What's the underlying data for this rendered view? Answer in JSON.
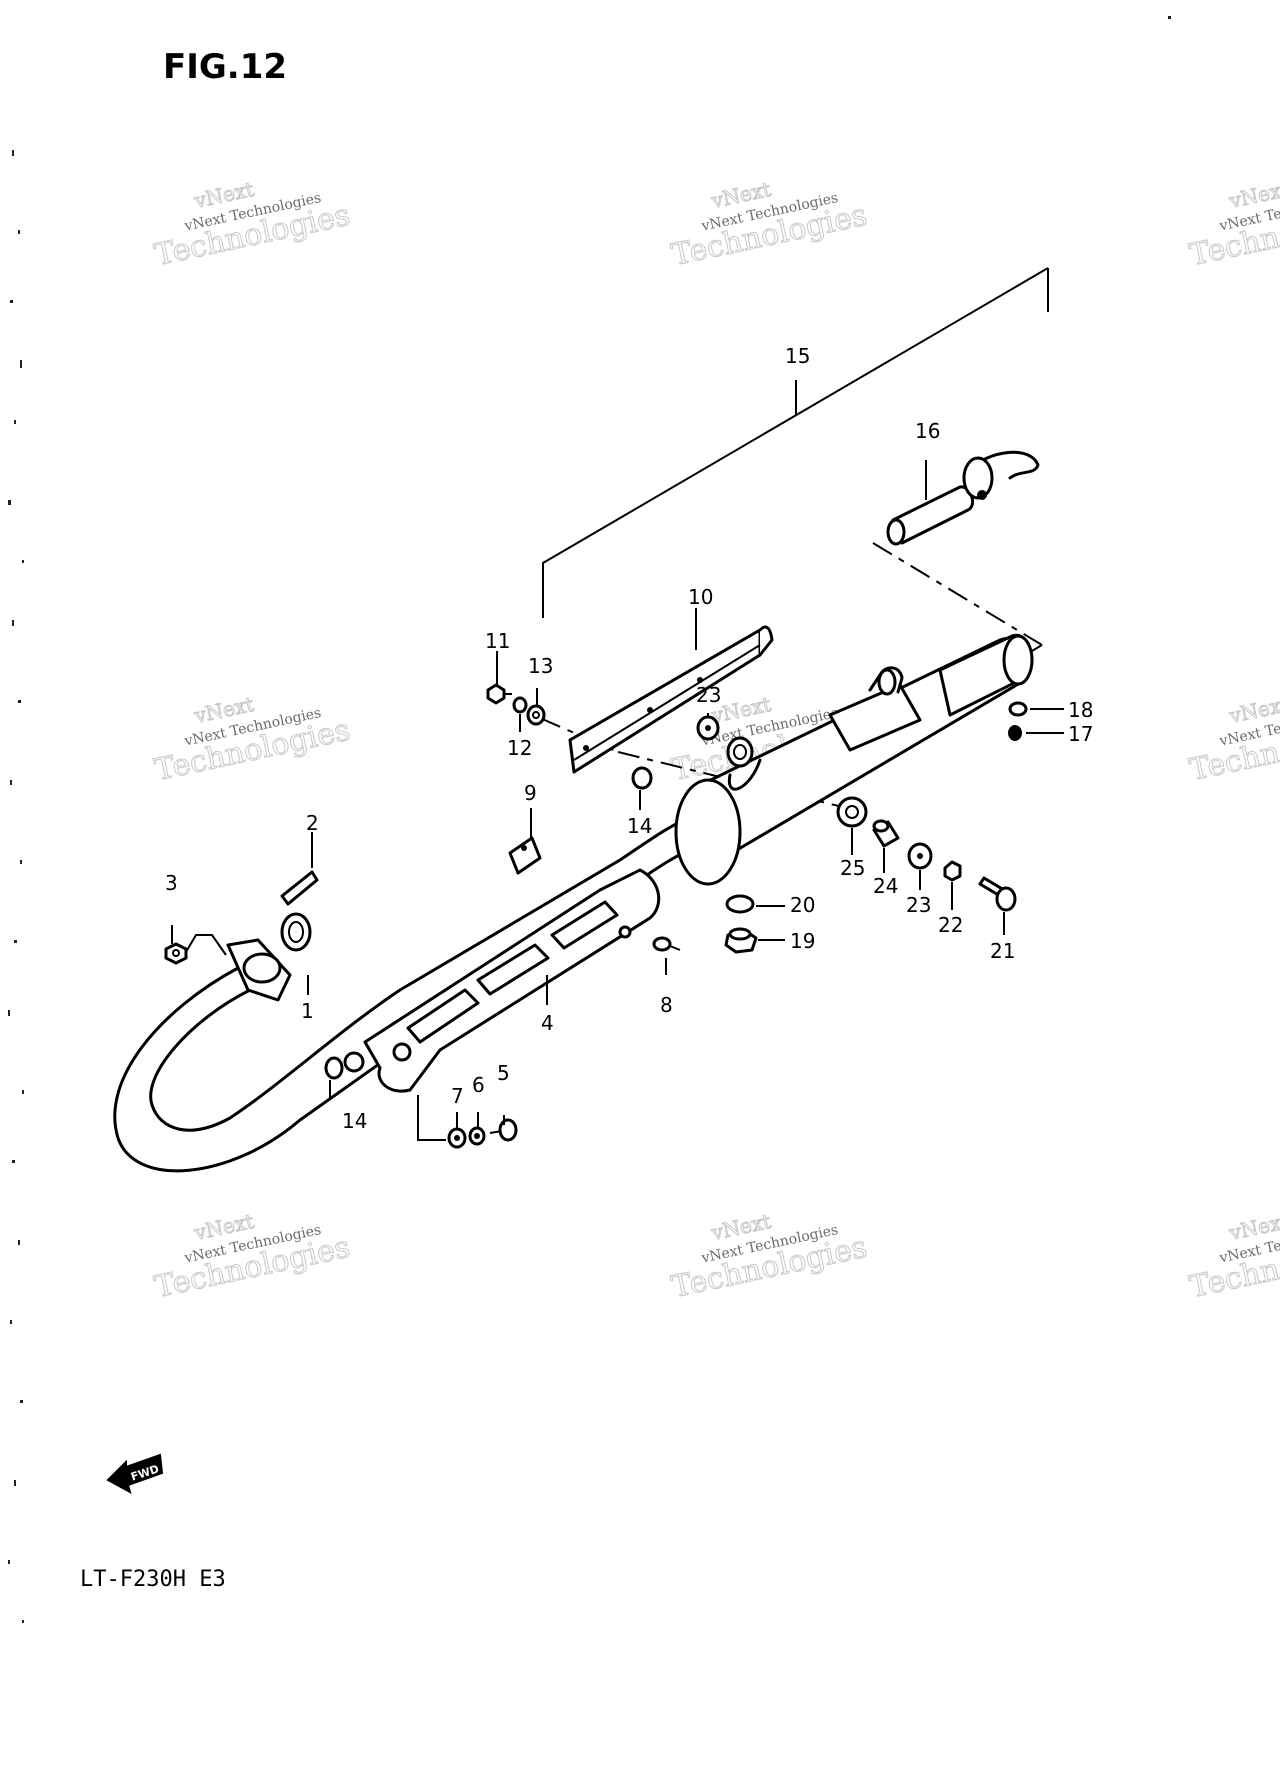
{
  "figure": {
    "title": "FIG.12",
    "model": "LT-F230H E3",
    "fwd_label": "FWD"
  },
  "watermark": {
    "line1": "vNext Technologies",
    "line2": "vNext",
    "line3": "Technologies"
  },
  "callouts": {
    "c1": "1",
    "c2": "2",
    "c3": "3",
    "c4": "4",
    "c5": "5",
    "c6": "6",
    "c7": "7",
    "c8": "8",
    "c9": "9",
    "c10": "10",
    "c11": "11",
    "c12": "12",
    "c13": "13",
    "c14a": "14",
    "c14b": "14",
    "c15": "15",
    "c16": "16",
    "c17": "17",
    "c18": "18",
    "c19": "19",
    "c20": "20",
    "c21": "21",
    "c22": "22",
    "c23a": "23",
    "c23b": "23",
    "c24": "24",
    "c25": "25"
  },
  "icons": {
    "fwd_arrow": "fwd-arrow-icon"
  }
}
